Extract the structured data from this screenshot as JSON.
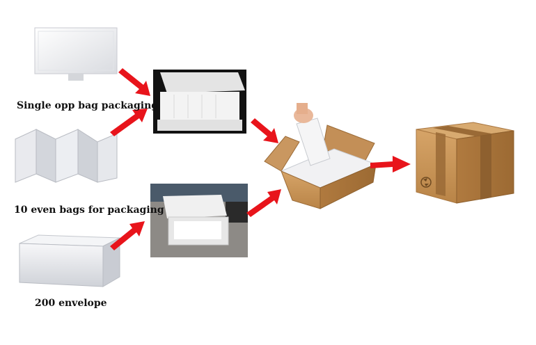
{
  "labels": {
    "single_opp": "Single opp bag packaging",
    "ten_even": "10 even bags for packaging",
    "envelope": "200 envelope"
  },
  "colors": {
    "arrow": "#e8141b",
    "carton": "#c99760",
    "carton_dark": "#a8753f",
    "tape": "#9a6a36",
    "photo_bg": "#111111",
    "card_white": "#f2f2f4"
  },
  "icons": {
    "recycle": "recycle-icon"
  }
}
